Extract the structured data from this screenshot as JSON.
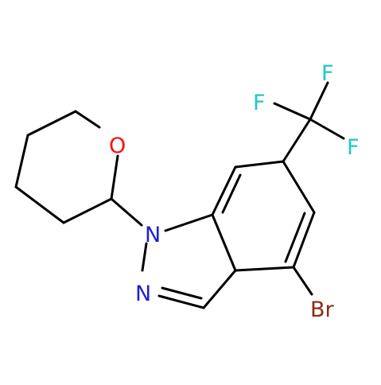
{
  "molecule": {
    "atoms": {
      "O1": {
        "symbol": "O",
        "color": "#ff0d0d"
      },
      "N1": {
        "symbol": "N",
        "color": "#2020d0"
      },
      "N2": {
        "symbol": "N",
        "color": "#2020d0"
      },
      "F1": {
        "symbol": "F",
        "color": "#1fc7c7"
      },
      "F2": {
        "symbol": "F",
        "color": "#1fc7c7"
      },
      "F3": {
        "symbol": "F",
        "color": "#1fc7c7"
      },
      "Br": {
        "symbol": "Br",
        "color": "#8b2a12"
      }
    },
    "bond_color": "#000000"
  }
}
